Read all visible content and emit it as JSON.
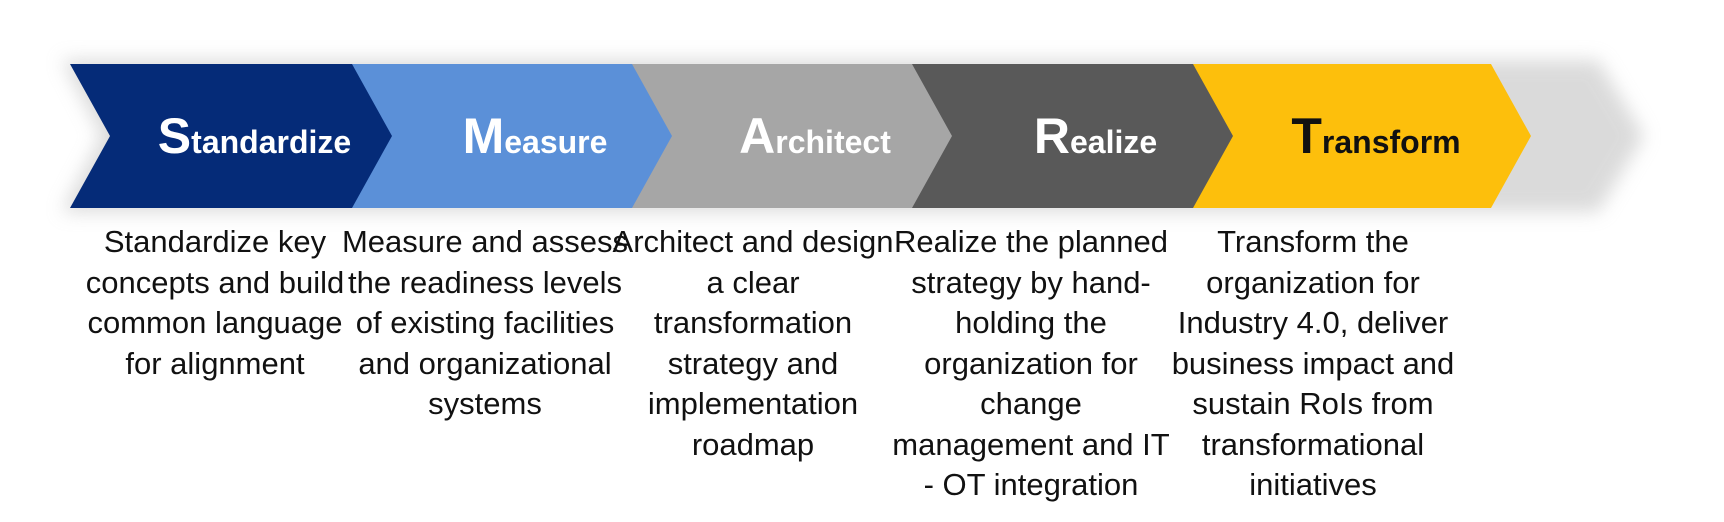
{
  "stages": [
    {
      "initial": "S",
      "rest": "tandardize",
      "description": "Standardize key concepts and build common language for alignment",
      "fill": "#052b78",
      "text_color": "#ffffff"
    },
    {
      "initial": "M",
      "rest": "easure",
      "description": "Measure and assess the readiness levels of existing facilities and organizational systems",
      "fill": "#5b90d8",
      "text_color": "#ffffff"
    },
    {
      "initial": "A",
      "rest": "rchitect",
      "description": "Architect and design a clear transformation strategy and implementation roadmap",
      "fill": "#a6a6a6",
      "text_color": "#ffffff"
    },
    {
      "initial": "R",
      "rest": "ealize",
      "description": "Realize the planned strategy by hand-holding the organization for change management and IT - OT integration",
      "fill": "#595959",
      "text_color": "#ffffff"
    },
    {
      "initial": "T",
      "rest": "ransform",
      "description": "Transform the organization for Industry 4.0, deliver business impact and sustain RoIs from transformational initiatives",
      "fill": "#fdbf0c",
      "text_color": "#111111"
    }
  ]
}
